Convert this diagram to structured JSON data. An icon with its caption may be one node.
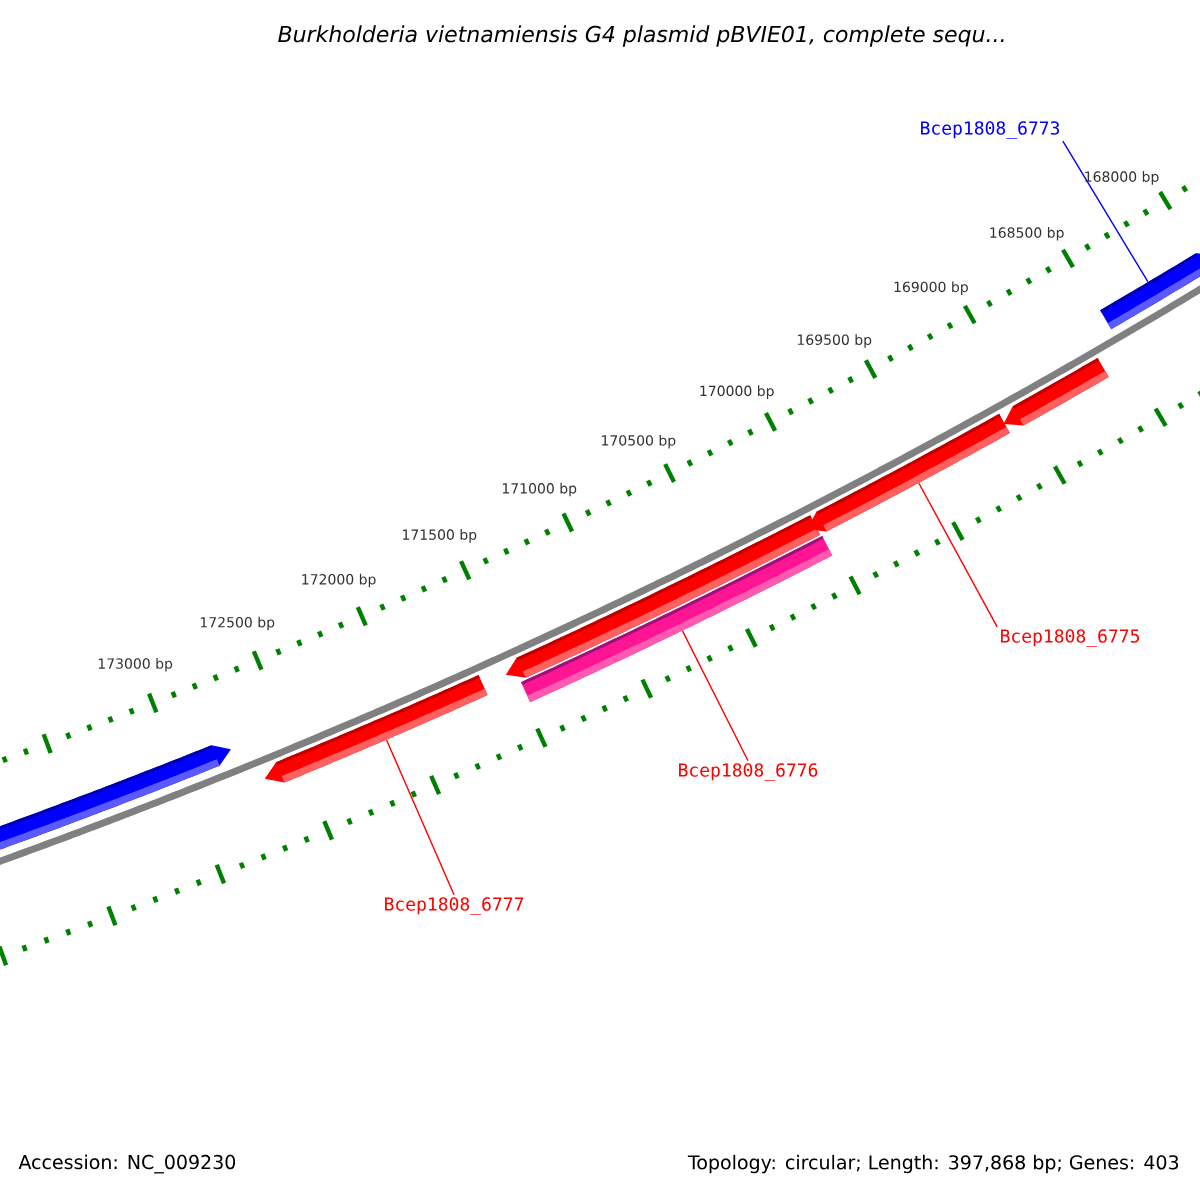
{
  "diagram": {
    "title": "Burkholderia vietnamiensis G4 plasmid pBVIE01, complete sequ...",
    "nodes": [
      {
        "text": [
          "Bcep1808_6773"
        ]
      },
      {
        "text": [
          "Bcep1808_6775"
        ]
      },
      {
        "text": [
          "Bcep1808_6776"
        ]
      },
      {
        "text": [
          "Bcep1808_6777"
        ]
      },
      {
        "text": [],
        "shape": "bar"
      },
      {
        "text": [],
        "shape": "bar"
      },
      {
        "text": [],
        "shape": "bar"
      },
      {
        "text": [],
        "shape": "bar"
      },
      {
        "text": [],
        "shape": "bar"
      },
      {
        "text": [],
        "shape": "bar"
      },
      {
        "text": [],
        "shape": "bar"
      }
    ],
    "edges": [
      {
        "from": 0,
        "to": 10,
        "arrow": "none",
        "color": "#0000ff"
      },
      {
        "from": 1,
        "to": 8,
        "arrow": "none"
      },
      {
        "from": 2,
        "to": 7,
        "arrow": "none"
      },
      {
        "from": 3,
        "to": 5,
        "arrow": "none"
      }
    ],
    "labels": [
      "168000 bp",
      "168500 bp",
      "169000 bp",
      "169500 bp",
      "170000 bp",
      "170500 bp",
      "171000 bp",
      "171500 bp",
      "172000 bp",
      "172500 bp",
      "173000 bp",
      "Accession: NC_009230",
      "Topology: circular; Length: 397,868 bp; Genes: 403"
    ]
  }
}
